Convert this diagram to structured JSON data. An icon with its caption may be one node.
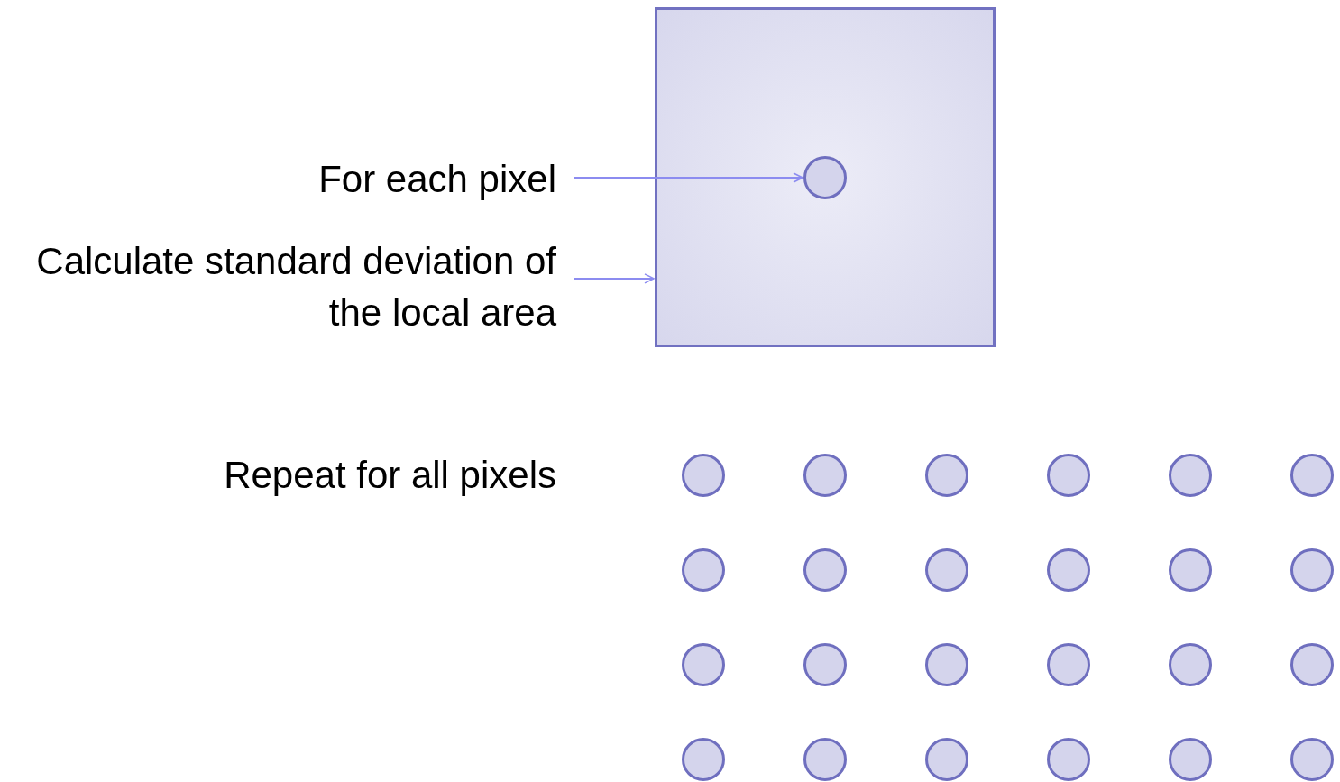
{
  "diagram": {
    "nodes": [
      {
        "text": [
          "For each pixel"
        ]
      },
      {
        "text": [
          "Calculate standard deviation of the local area"
        ]
      },
      {
        "text": [],
        "shape": "box"
      },
      {
        "text": [],
        "shape": "circle",
        "in": 2
      },
      {
        "text": [],
        "shape": "circle"
      },
      {
        "text": [],
        "shape": "circle"
      },
      {
        "text": [],
        "shape": "circle"
      },
      {
        "text": [],
        "shape": "circle"
      },
      {
        "text": [],
        "shape": "circle"
      },
      {
        "text": [],
        "shape": "circle"
      },
      {
        "text": [],
        "shape": "circle"
      },
      {
        "text": [],
        "shape": "circle"
      },
      {
        "text": [],
        "shape": "circle"
      },
      {
        "text": [],
        "shape": "circle"
      },
      {
        "text": [],
        "shape": "circle"
      },
      {
        "text": [],
        "shape": "circle"
      },
      {
        "text": [],
        "shape": "circle"
      },
      {
        "text": [],
        "shape": "circle"
      },
      {
        "text": [],
        "shape": "circle"
      },
      {
        "text": [],
        "shape": "circle"
      },
      {
        "text": [],
        "shape": "circle"
      },
      {
        "text": [],
        "shape": "circle"
      },
      {
        "text": [],
        "shape": "circle"
      },
      {
        "text": [],
        "shape": "circle"
      },
      {
        "text": [],
        "shape": "circle"
      },
      {
        "text": [],
        "shape": "circle"
      },
      {
        "text": [],
        "shape": "circle"
      },
      {
        "text": [],
        "shape": "circle"
      }
    ],
    "edges": [
      {
        "from": 0,
        "to": 3,
        "arrow": "to"
      },
      {
        "from": 1,
        "to": 2,
        "arrow": "to"
      }
    ],
    "labels": [
      "Repeat for all pixels"
    ]
  }
}
